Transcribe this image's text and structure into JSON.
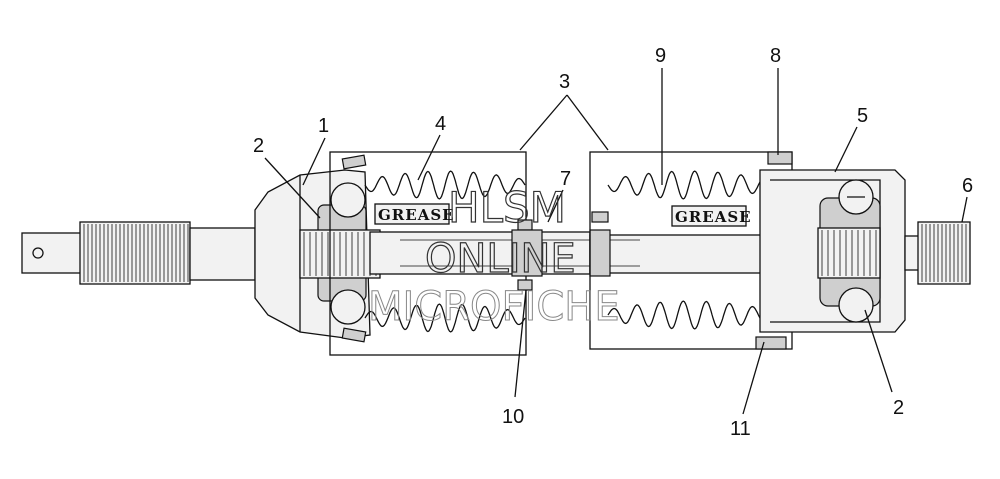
{
  "callouts": [
    {
      "id": "c1",
      "text": "1"
    },
    {
      "id": "c2a",
      "text": "2"
    },
    {
      "id": "c3",
      "text": "3"
    },
    {
      "id": "c4",
      "text": "4"
    },
    {
      "id": "c5",
      "text": "5"
    },
    {
      "id": "c6",
      "text": "6"
    },
    {
      "id": "c7",
      "text": "7"
    },
    {
      "id": "c8",
      "text": "8"
    },
    {
      "id": "c9",
      "text": "9"
    },
    {
      "id": "c10",
      "text": "10"
    },
    {
      "id": "c11",
      "text": "11"
    },
    {
      "id": "c2b",
      "text": "2"
    }
  ],
  "labels": {
    "grease_left": "GREASE",
    "grease_right": "GREASE"
  },
  "watermark": {
    "line1": "HLSM",
    "line2": "ONLINE",
    "line3": "MICROFICHE"
  }
}
